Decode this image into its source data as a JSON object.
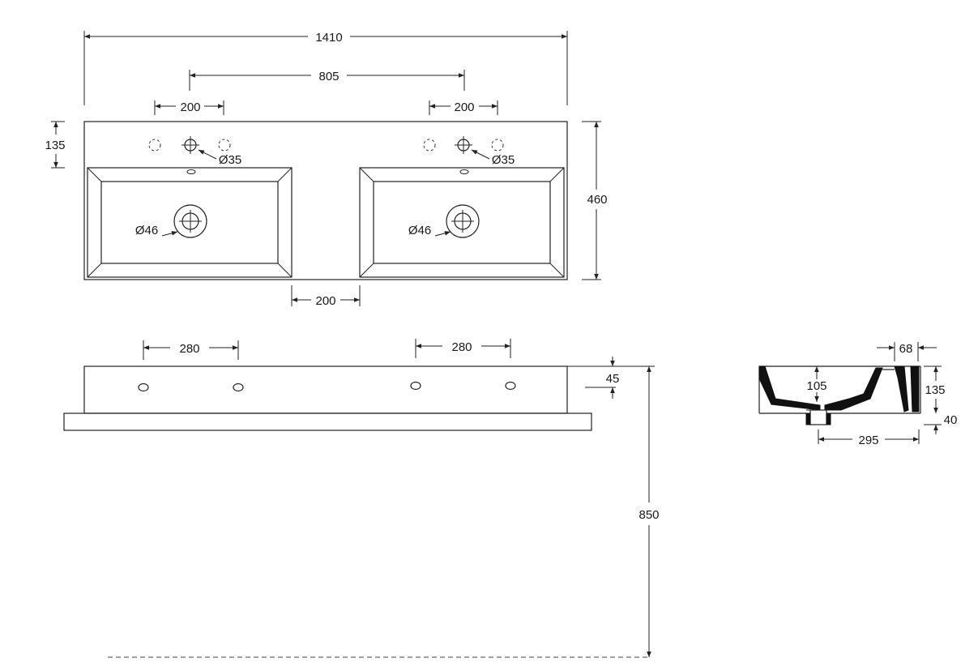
{
  "diagram": {
    "top_view": {
      "overall_width": "1410",
      "tap_spacing": "805",
      "tap_hole_spacing_left": "200",
      "tap_hole_spacing_right": "200",
      "tap_offset": "135",
      "depth": "460",
      "bowl_gap": "200",
      "tap_hole_left": "Ø35",
      "tap_hole_right": "Ø35",
      "drain_left": "Ø46",
      "drain_right": "Ø46"
    },
    "front_view": {
      "bracket_spacing_left": "280",
      "bracket_spacing_right": "280",
      "bracket_height": "45",
      "mount_height": "850"
    },
    "side_view": {
      "wall_thickness": "68",
      "bowl_depth": "105",
      "total_height": "135",
      "drain_height": "40",
      "section_width": "295"
    }
  }
}
